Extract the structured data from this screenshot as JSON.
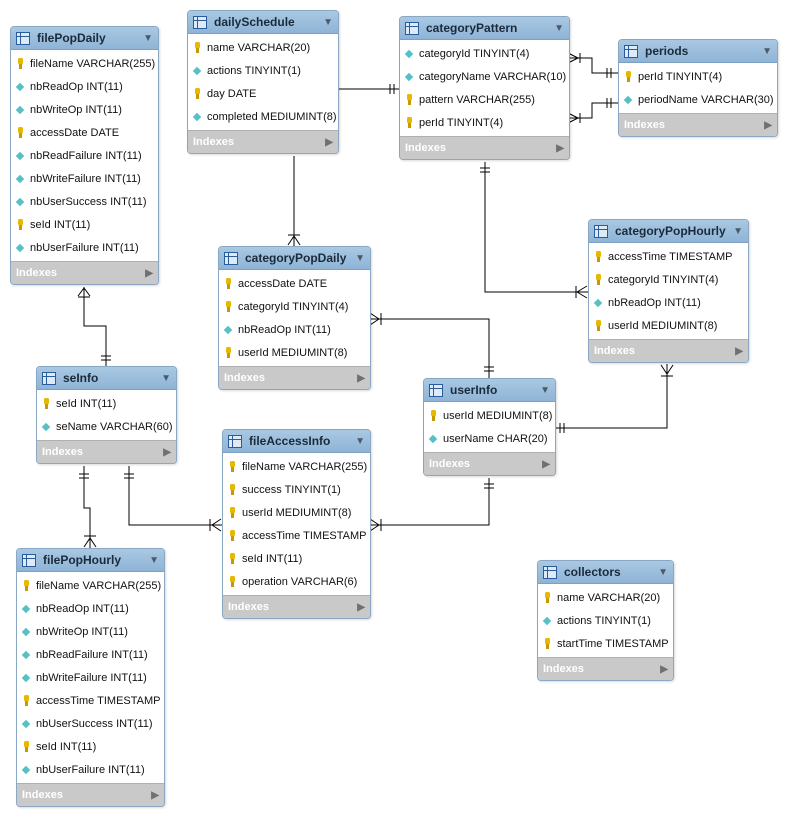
{
  "tables": {
    "filePopDaily": {
      "title": "filePopDaily",
      "columns": [
        {
          "icon": "key",
          "text": "fileName VARCHAR(255)"
        },
        {
          "icon": "diamond",
          "text": "nbReadOp INT(11)"
        },
        {
          "icon": "diamond",
          "text": "nbWriteOp INT(11)"
        },
        {
          "icon": "key",
          "text": "accessDate DATE"
        },
        {
          "icon": "diamond",
          "text": "nbReadFailure INT(11)"
        },
        {
          "icon": "diamond",
          "text": "nbWriteFailure INT(11)"
        },
        {
          "icon": "diamond",
          "text": "nbUserSuccess INT(11)"
        },
        {
          "icon": "key",
          "text": "seId INT(11)"
        },
        {
          "icon": "diamond",
          "text": "nbUserFailure INT(11)"
        }
      ],
      "indexes": "Indexes"
    },
    "dailySchedule": {
      "title": "dailySchedule",
      "columns": [
        {
          "icon": "key",
          "text": "name VARCHAR(20)"
        },
        {
          "icon": "diamond",
          "text": "actions TINYINT(1)"
        },
        {
          "icon": "key",
          "text": "day DATE"
        },
        {
          "icon": "diamond",
          "text": "completed MEDIUMINT(8)"
        }
      ],
      "indexes": "Indexes"
    },
    "categoryPattern": {
      "title": "categoryPattern",
      "columns": [
        {
          "icon": "diamond",
          "text": "categoryId TINYINT(4)"
        },
        {
          "icon": "diamond",
          "text": "categoryName VARCHAR(10)"
        },
        {
          "icon": "key",
          "text": "pattern VARCHAR(255)"
        },
        {
          "icon": "key",
          "text": "perId TINYINT(4)"
        }
      ],
      "indexes": "Indexes"
    },
    "periods": {
      "title": "periods",
      "columns": [
        {
          "icon": "key",
          "text": "perId TINYINT(4)"
        },
        {
          "icon": "diamond",
          "text": "periodName VARCHAR(30)"
        }
      ],
      "indexes": "Indexes"
    },
    "categoryPopDaily": {
      "title": "categoryPopDaily",
      "columns": [
        {
          "icon": "key",
          "text": "accessDate DATE"
        },
        {
          "icon": "key",
          "text": "categoryId TINYINT(4)"
        },
        {
          "icon": "diamond",
          "text": "nbReadOp INT(11)"
        },
        {
          "icon": "key",
          "text": "userId MEDIUMINT(8)"
        }
      ],
      "indexes": "Indexes"
    },
    "categoryPopHourly": {
      "title": "categoryPopHourly",
      "columns": [
        {
          "icon": "key",
          "text": "accessTime TIMESTAMP"
        },
        {
          "icon": "key",
          "text": "categoryId TINYINT(4)"
        },
        {
          "icon": "diamond",
          "text": "nbReadOp INT(11)"
        },
        {
          "icon": "key",
          "text": "userId MEDIUMINT(8)"
        }
      ],
      "indexes": "Indexes"
    },
    "seInfo": {
      "title": "seInfo",
      "columns": [
        {
          "icon": "key",
          "text": "seId INT(11)"
        },
        {
          "icon": "diamond",
          "text": "seName VARCHAR(60)"
        }
      ],
      "indexes": "Indexes"
    },
    "userInfo": {
      "title": "userInfo",
      "columns": [
        {
          "icon": "key",
          "text": "userId MEDIUMINT(8)"
        },
        {
          "icon": "diamond",
          "text": "userName CHAR(20)"
        }
      ],
      "indexes": "Indexes"
    },
    "fileAccessInfo": {
      "title": "fileAccessInfo",
      "columns": [
        {
          "icon": "key",
          "text": "fileName VARCHAR(255)"
        },
        {
          "icon": "key",
          "text": "success TINYINT(1)"
        },
        {
          "icon": "key",
          "text": "userId MEDIUMINT(8)"
        },
        {
          "icon": "key",
          "text": "accessTime TIMESTAMP"
        },
        {
          "icon": "key",
          "text": "seId INT(11)"
        },
        {
          "icon": "key",
          "text": "operation VARCHAR(6)"
        }
      ],
      "indexes": "Indexes"
    },
    "filePopHourly": {
      "title": "filePopHourly",
      "columns": [
        {
          "icon": "key",
          "text": "fileName VARCHAR(255)"
        },
        {
          "icon": "diamond",
          "text": "nbReadOp INT(11)"
        },
        {
          "icon": "diamond",
          "text": "nbWriteOp INT(11)"
        },
        {
          "icon": "diamond",
          "text": "nbReadFailure INT(11)"
        },
        {
          "icon": "diamond",
          "text": "nbWriteFailure INT(11)"
        },
        {
          "icon": "key",
          "text": "accessTime TIMESTAMP"
        },
        {
          "icon": "diamond",
          "text": "nbUserSuccess INT(11)"
        },
        {
          "icon": "key",
          "text": "seId INT(11)"
        },
        {
          "icon": "diamond",
          "text": "nbUserFailure INT(11)"
        }
      ],
      "indexes": "Indexes"
    },
    "collectors": {
      "title": "collectors",
      "columns": [
        {
          "icon": "key",
          "text": "name VARCHAR(20)"
        },
        {
          "icon": "diamond",
          "text": "actions TINYINT(1)"
        },
        {
          "icon": "key",
          "text": "startTime TIMESTAMP"
        }
      ],
      "indexes": "Indexes"
    }
  },
  "relationships": [
    {
      "from": "filePopDaily",
      "to": "seInfo",
      "cardinality": "many-to-one"
    },
    {
      "from": "dailySchedule",
      "to": "categoryPopDaily",
      "cardinality": "one-to-many"
    },
    {
      "from": "dailySchedule",
      "to": "categoryPattern",
      "cardinality": "one-to-one"
    },
    {
      "from": "categoryPattern",
      "to": "periods",
      "cardinality": "many-to-one"
    },
    {
      "from": "categoryPattern",
      "to": "categoryPopHourly",
      "cardinality": "one-to-many"
    },
    {
      "from": "categoryPopDaily",
      "to": "userInfo",
      "cardinality": "many-to-one"
    },
    {
      "from": "categoryPopHourly",
      "to": "userInfo",
      "cardinality": "many-to-one"
    },
    {
      "from": "seInfo",
      "to": "filePopHourly",
      "cardinality": "one-to-many"
    },
    {
      "from": "seInfo",
      "to": "fileAccessInfo",
      "cardinality": "one-to-many"
    },
    {
      "from": "userInfo",
      "to": "fileAccessInfo",
      "cardinality": "one-to-many"
    }
  ],
  "colors": {
    "header": "#98bcdc",
    "footer": "#c9c9c9",
    "key": "#e8b800",
    "diamond": "#57c0c4",
    "line": "#000000"
  }
}
